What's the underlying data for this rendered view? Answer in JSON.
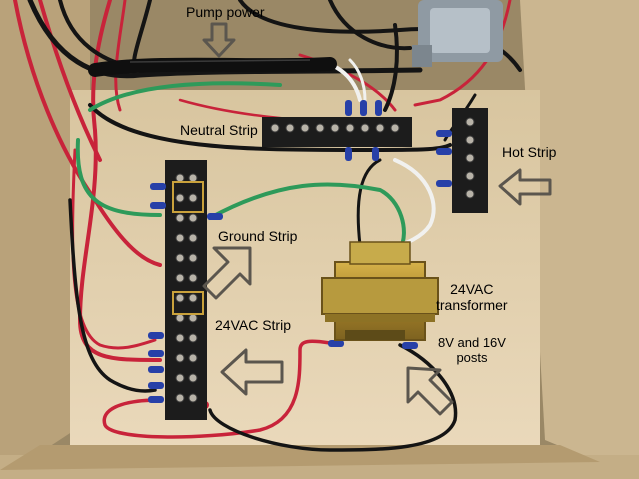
{
  "labels": {
    "pump_power": "Pump power",
    "neutral_strip": "Neutral Strip",
    "hot_strip": "Hot Strip",
    "ground_strip": "Ground Strip",
    "vac_strip": "24VAC Strip",
    "transformer_line1": "24VAC",
    "transformer_line2": "transformer",
    "posts_line1": "8V and 16V",
    "posts_line2": "posts"
  },
  "colors": {
    "wood_board": "#e3d3b3",
    "wood_side": "#c9b48f",
    "wire_red": "#c8233a",
    "wire_black": "#141414",
    "wire_green": "#2e9a5a",
    "wire_white": "#f1f1ef",
    "terminal_black": "#1c1c1c",
    "connector_blue": "#2740a8",
    "transformer_brass": "#b5912e",
    "arrow_outline": "#5b564e"
  },
  "icons": [
    "down-arrow-icon",
    "left-arrow-icon",
    "up-right-arrow-icon",
    "up-left-arrow-icon"
  ]
}
